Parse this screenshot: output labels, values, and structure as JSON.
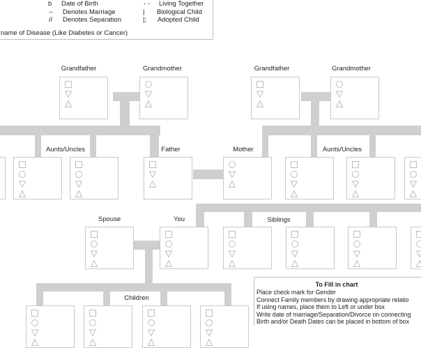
{
  "legend": {
    "rows": [
      {
        "sym": "b",
        "text": "Date of Birth",
        "sym2": "- -",
        "text2": "Living Together"
      },
      {
        "sym": "--",
        "text": "Denotes Marriage",
        "sym2": "|",
        "text2": "Biological Child"
      },
      {
        "sym": "//",
        "text": "Denotes Separation",
        "sym2": "|;",
        "text2": "Adopted Child"
      }
    ],
    "disease_note": "name of Disease (Like Diabetes or Cancer)"
  },
  "labels": {
    "grandfather_left": "Grandfather",
    "grandmother_left": "Grandmother",
    "grandfather_right": "Grandfather",
    "grandmother_right": "Grandmother",
    "aunts_uncles_left": "Aunts/Uncles",
    "father": "Father",
    "mother": "Mother",
    "aunts_uncles_right": "Aunts/Uncles",
    "spouse": "Spouse",
    "you": "You",
    "siblings": "Siblings",
    "children": "Children"
  },
  "symbols": {
    "male": [
      "square-icon",
      "triangle-down-icon",
      "triangle-up-icon"
    ],
    "female": [
      "circle-icon",
      "triangle-down-icon",
      "triangle-up-icon"
    ],
    "any": [
      "square-icon",
      "circle-icon",
      "triangle-down-icon",
      "triangle-up-icon"
    ]
  },
  "instructions": {
    "title": "To Fill in chart",
    "lines": [
      "Place check mark for Gender",
      "Connect Family members by drawing appropriate relatio",
      "If using names, place them to Left or under box",
      "Write date of marriage/Separation/Divorce on connecting",
      "Birth and/or Death Dates can be placed in bottom of box"
    ]
  },
  "colors": {
    "connector": "#cfcfcf",
    "box_border": "#c8c8c8",
    "symbol": "#bdbdbd"
  }
}
